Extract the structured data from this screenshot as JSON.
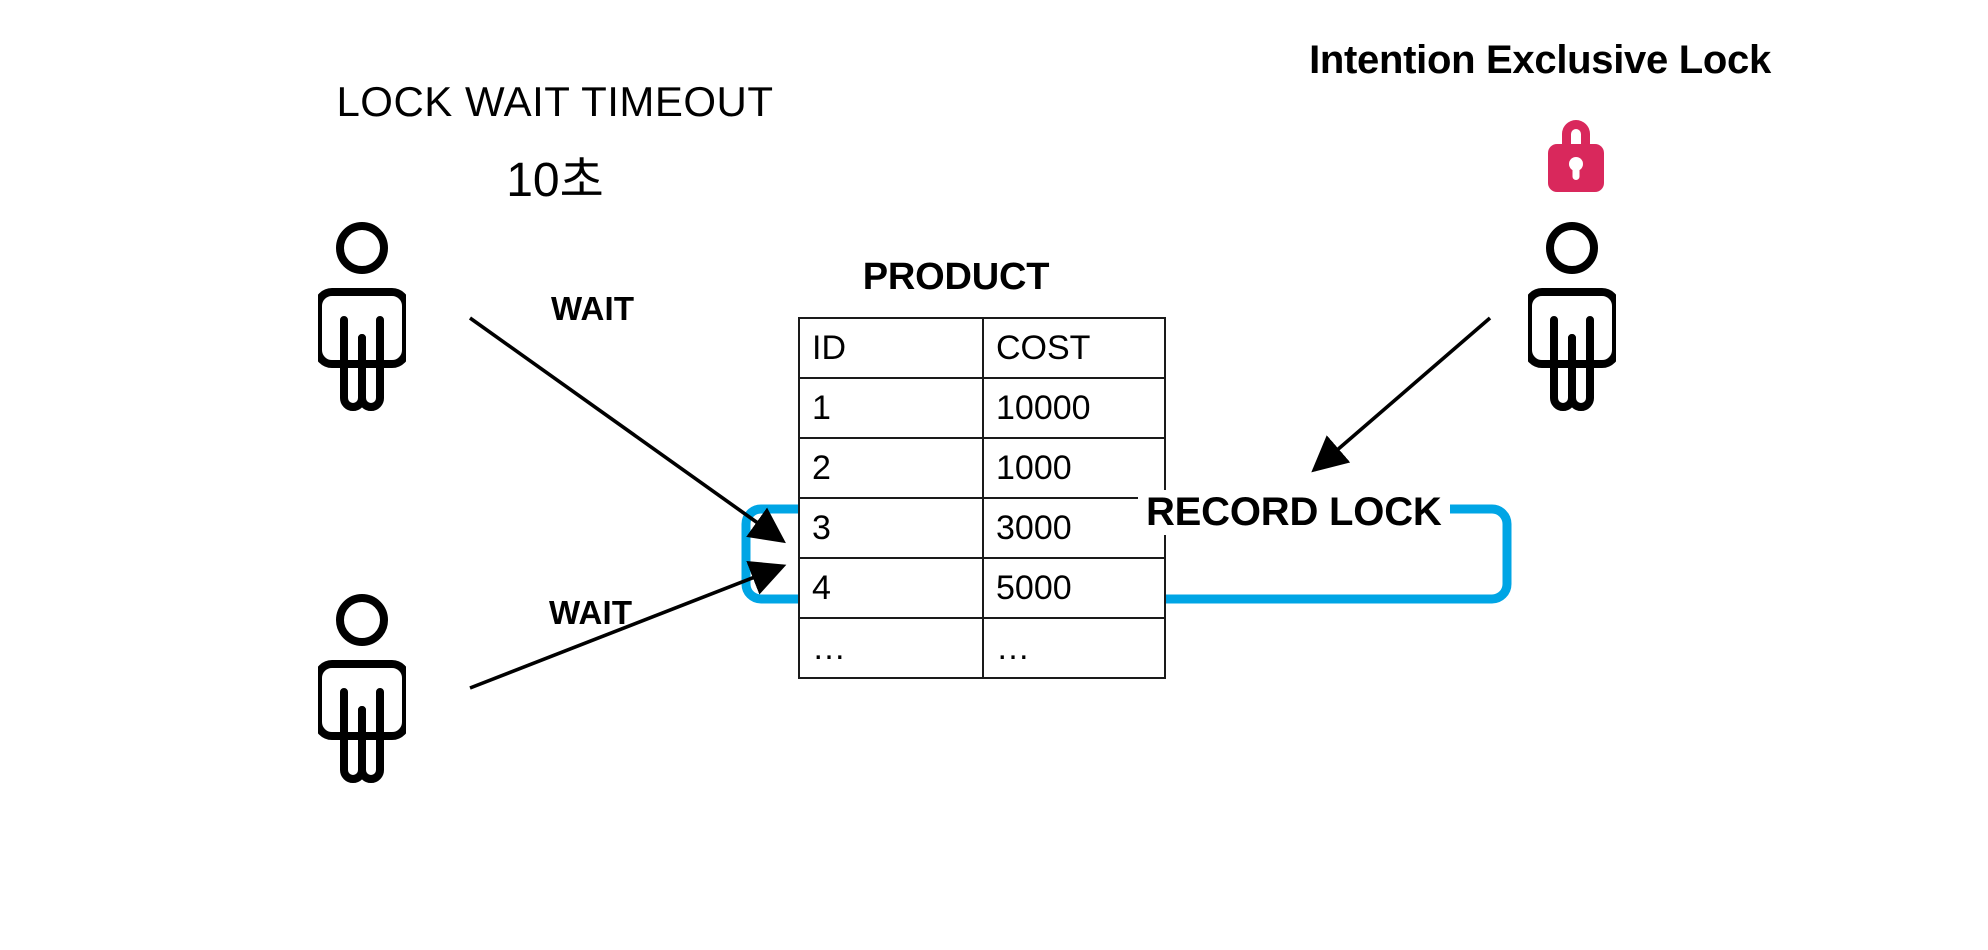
{
  "diagram": {
    "title_left": "LOCK WAIT TIMEOUT",
    "timeout_value": "10초",
    "title_right": "Intention Exclusive Lock",
    "record_lock_label": "RECORD LOCK",
    "wait_label_top": "WAIT",
    "wait_label_bottom": "WAIT"
  },
  "table": {
    "name": "PRODUCT",
    "columns": [
      "ID",
      "COST"
    ],
    "rows": [
      {
        "id": "1",
        "cost": "10000"
      },
      {
        "id": "2",
        "cost": "1000"
      },
      {
        "id": "3",
        "cost": "3000"
      },
      {
        "id": "4",
        "cost": "5000"
      },
      {
        "id": "…",
        "cost": "…"
      }
    ],
    "locked_row_index": 2
  },
  "actors": [
    {
      "id": "waiter-top",
      "role": "waiting-transaction",
      "state": "WAIT"
    },
    {
      "id": "waiter-bottom",
      "role": "waiting-transaction",
      "state": "WAIT"
    },
    {
      "id": "lock-holder",
      "role": "lock-holding-transaction",
      "state": "Intention Exclusive Lock"
    }
  ],
  "icons": {
    "padlock": "closed-padlock-icon",
    "person": "person-icon"
  },
  "colors": {
    "record_lock_blue": "#00A5E5",
    "padlock_pink": "#D9285C",
    "outline_black": "#000000",
    "background": "#FFFFFF"
  }
}
